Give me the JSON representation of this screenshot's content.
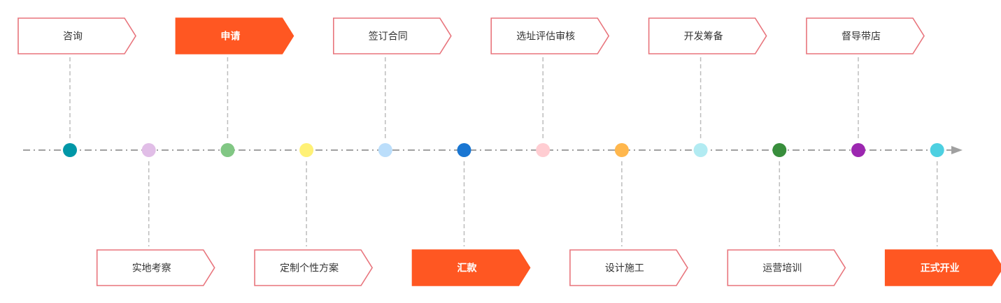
{
  "timeline": {
    "line_color": "#a0a0a0",
    "arrow_color": "#a0a0a0",
    "step_border_color": "#e8747c",
    "highlight_fill": "#ff5722",
    "text_color": "#333333",
    "highlight_text_color": "#ffffff",
    "steps": [
      {
        "label": "咨询",
        "dot_color": "#0097a7",
        "side": "top",
        "highlight": false
      },
      {
        "label": "实地考察",
        "dot_color": "#e1bee7",
        "side": "bottom",
        "highlight": false
      },
      {
        "label": "申请",
        "dot_color": "#81c784",
        "side": "top",
        "highlight": true
      },
      {
        "label": "定制个性方案",
        "dot_color": "#fff176",
        "side": "bottom",
        "highlight": false
      },
      {
        "label": "签订合同",
        "dot_color": "#bbdefb",
        "side": "top",
        "highlight": false
      },
      {
        "label": "汇款",
        "dot_color": "#1976d2",
        "side": "bottom",
        "highlight": true
      },
      {
        "label": "选址评估审核",
        "dot_color": "#ffcdd2",
        "side": "top",
        "highlight": false
      },
      {
        "label": "设计施工",
        "dot_color": "#ffb74d",
        "side": "bottom",
        "highlight": false
      },
      {
        "label": "开发筹备",
        "dot_color": "#b2ebf2",
        "side": "top",
        "highlight": false
      },
      {
        "label": "运营培训",
        "dot_color": "#388e3c",
        "side": "bottom",
        "highlight": false
      },
      {
        "label": "督导带店",
        "dot_color": "#9c27b0",
        "side": "top",
        "highlight": false
      },
      {
        "label": "正式开业",
        "dot_color": "#4dd0e1",
        "side": "bottom",
        "highlight": true
      }
    ]
  }
}
